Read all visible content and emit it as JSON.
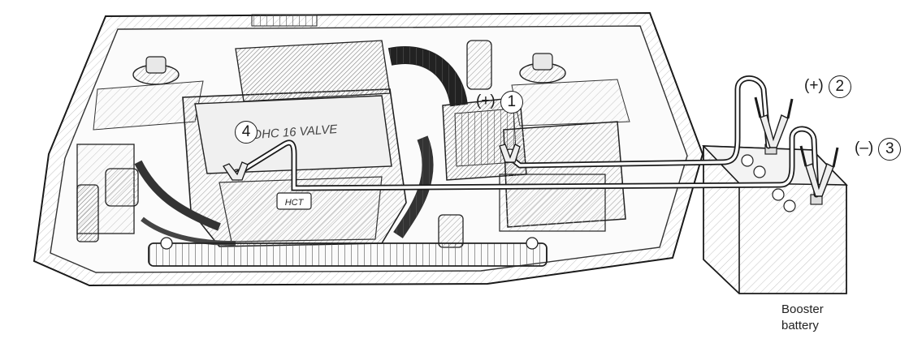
{
  "callouts": {
    "c1": {
      "sign": "(+)",
      "number": "1"
    },
    "c2": {
      "sign": "(+)",
      "number": "2"
    },
    "c3": {
      "sign": "(–)",
      "number": "3"
    },
    "c4": {
      "number": "4"
    }
  },
  "caption": {
    "line1": "Booster",
    "line2": "battery"
  },
  "engraving": {
    "cover_text": "DOHC 16 VALVE",
    "badge_text": "HCT"
  }
}
